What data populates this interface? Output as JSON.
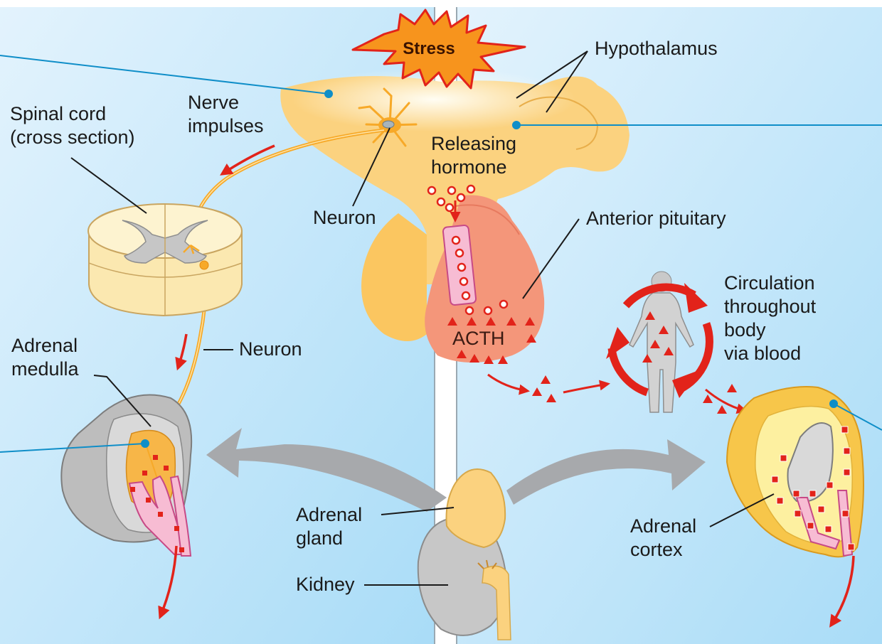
{
  "labels": {
    "stress": "Stress",
    "hypothalamus": "Hypothalamus",
    "spinal_cord": [
      "Spinal cord",
      "(cross section)"
    ],
    "nerve_impulses": [
      "Nerve",
      "impulses"
    ],
    "releasing_hormone": [
      "Releasing",
      "hormone"
    ],
    "neuron_top": "Neuron",
    "anterior_pituitary": "Anterior pituitary",
    "acth": "ACTH",
    "circulation": [
      "Circulation",
      "throughout",
      "body",
      "via blood"
    ],
    "adrenal_medulla": [
      "Adrenal",
      "medulla"
    ],
    "neuron_bottom": "Neuron",
    "adrenal_gland": [
      "Adrenal",
      "gland"
    ],
    "kidney": "Kidney",
    "adrenal_cortex": [
      "Adrenal",
      "cortex"
    ]
  },
  "colors": {
    "panel_light": "#e3f3fd",
    "panel_dark": "#a9dcf7",
    "brain_tissue": "#fbd27f",
    "pituitary": "#f4967a",
    "nerve": "#f7a928",
    "arrow_red": "#e2231a",
    "leader_blue": "#0f8ec8",
    "gray_arrow": "#a7a9ac",
    "tissue_gray": "#c9c9c9",
    "blood_vessel": "#f7bcd3"
  },
  "icons": [
    "stress-burst-icon",
    "neuron-icon",
    "human-figure-icon",
    "circulation-cycle-icon"
  ]
}
